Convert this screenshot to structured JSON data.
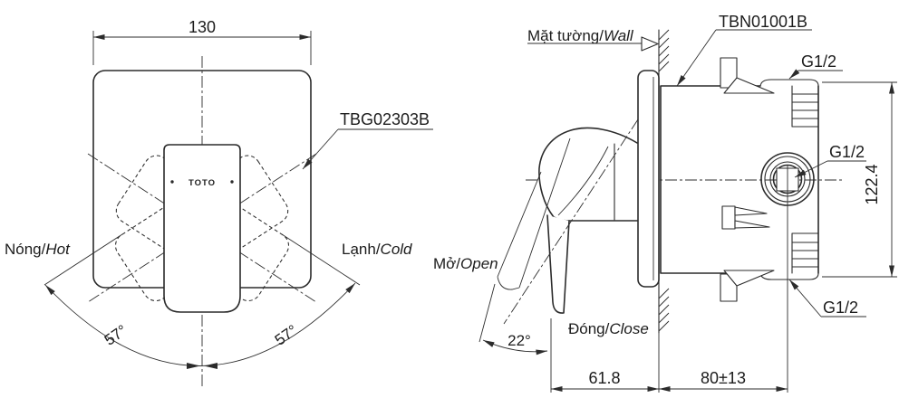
{
  "drawing": {
    "left_view": {
      "product_code": "TBG02303B",
      "brand_logo": "TOTO",
      "dim_width": "130",
      "angle_left": "57°",
      "angle_right": "57°",
      "hot_vi": "Nóng/",
      "hot_en": "Hot",
      "cold_vi": "Lạnh/",
      "cold_en": "Cold"
    },
    "right_view": {
      "valve_code": "TBN01001B",
      "wall_vi": "Mặt tường/",
      "wall_en": "Wall",
      "open_vi": "Mở/",
      "open_en": "Open",
      "close_vi": "Đóng/",
      "close_en": "Close",
      "angle_open": "22°",
      "thread_top": "G1/2",
      "thread_mid": "G1/2",
      "thread_bottom": "G1/2",
      "dim_height": "122.4",
      "dim_handle_depth": "61.8",
      "dim_wall_depth": "80±13"
    },
    "colors": {
      "line": "#2b2b2b",
      "background": "#ffffff"
    }
  }
}
